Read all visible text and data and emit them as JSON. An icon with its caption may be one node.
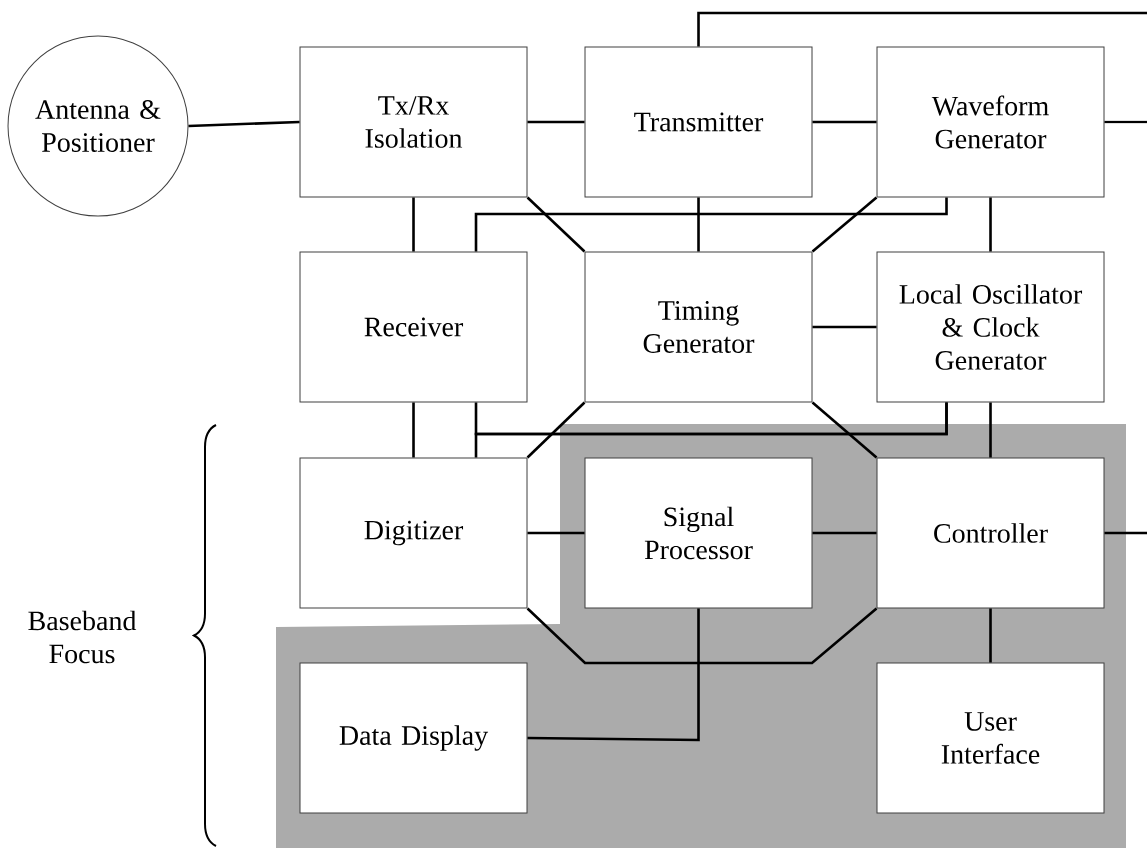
{
  "diagram": {
    "nodes": [
      {
        "text": [
          "Antenna & Positioner"
        ]
      },
      {
        "text": [
          "Tx/Rx Isolation"
        ]
      },
      {
        "text": [
          "Transmitter"
        ]
      },
      {
        "text": [
          "Waveform Generator"
        ]
      },
      {
        "text": [
          "Receiver"
        ]
      },
      {
        "text": [
          "Timing Generator"
        ]
      },
      {
        "text": [
          "Local Oscillator & Clock Generator"
        ]
      },
      {
        "text": [
          "Digitizer"
        ]
      },
      {
        "text": [
          "Signal Processor"
        ]
      },
      {
        "text": [
          "Controller"
        ]
      },
      {
        "text": [
          "Data Display"
        ]
      },
      {
        "text": [
          "User Interface"
        ]
      }
    ],
    "edges": [
      {
        "from": 0,
        "to": 1,
        "arrow": "none"
      },
      {
        "from": 1,
        "to": 2,
        "arrow": "none"
      },
      {
        "from": 2,
        "to": 3,
        "arrow": "none"
      },
      {
        "from": 3,
        "to": null,
        "arrow": "none"
      },
      {
        "from": 2,
        "to": null,
        "arrow": "none"
      },
      {
        "from": 1,
        "to": 4,
        "arrow": "none"
      },
      {
        "from": 1,
        "to": 5,
        "arrow": "none"
      },
      {
        "from": 2,
        "to": 5,
        "arrow": "none"
      },
      {
        "from": 3,
        "to": 5,
        "arrow": "none"
      },
      {
        "from": 3,
        "to": 4,
        "arrow": "none"
      },
      {
        "from": 3,
        "to": 6,
        "arrow": "none"
      },
      {
        "from": 5,
        "to": 6,
        "arrow": "none"
      },
      {
        "from": 4,
        "to": 7,
        "arrow": "none"
      },
      {
        "from": 6,
        "to": 4,
        "arrow": "none"
      },
      {
        "from": 6,
        "to": 7,
        "arrow": "none"
      },
      {
        "from": 5,
        "to": 7,
        "arrow": "none"
      },
      {
        "from": 5,
        "to": 9,
        "arrow": "none"
      },
      {
        "from": 6,
        "to": 9,
        "arrow": "none"
      },
      {
        "from": 7,
        "to": 8,
        "arrow": "none"
      },
      {
        "from": 8,
        "to": 9,
        "arrow": "none"
      },
      {
        "from": 9,
        "to": null,
        "arrow": "none"
      },
      {
        "from": 7,
        "to": 9,
        "arrow": "none"
      },
      {
        "from": 8,
        "to": 10,
        "arrow": "none"
      },
      {
        "from": 9,
        "to": 11,
        "arrow": "none"
      }
    ],
    "labels": [
      "Baseband Focus"
    ]
  }
}
